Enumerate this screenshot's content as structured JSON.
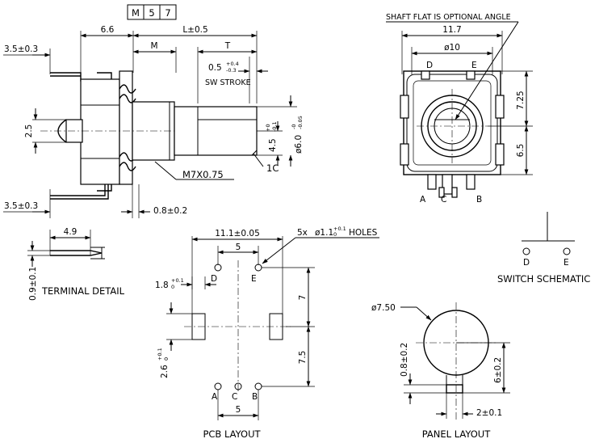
{
  "model": {
    "letters": [
      "M",
      "5",
      "7"
    ]
  },
  "side_view": {
    "dims": {
      "d66": "6.6",
      "dL": "L±0.5",
      "dM": "M",
      "dT": "T",
      "d35_top": "3.5±0.3",
      "d35_bot": "3.5±0.3",
      "d25": "2.5",
      "d05_base": "0.5",
      "d05_sup": "+0.4",
      "d05_sub": "-0.3",
      "sw_stroke": "SW STROKE",
      "d45_base": "4.5",
      "d45_sup": "+0",
      "d45_sub": "-0.1",
      "d60_base": "ø6.0",
      "d60_sup": "-0",
      "d60_sub": "-0.05",
      "m7": "M7X0.75",
      "c1": "1C",
      "d08": "0.8±0.2"
    }
  },
  "front_view": {
    "note": "SHAFT FLAT IS OPTIONAL ANGLE",
    "d117": "11.7",
    "d10": "ø10",
    "label_d": "D",
    "label_e": "E",
    "d725": "7.25",
    "d65": "6.5",
    "pin_a": "A",
    "pin_c": "C",
    "pin_b": "B"
  },
  "terminal_detail": {
    "title": "TERMINAL DETAIL",
    "d49": "4.9",
    "d09": "0.9±0.1"
  },
  "pcb_layout": {
    "title": "PCB LAYOUT",
    "d111": "11.1±0.05",
    "d5_top": "5",
    "d5_bot": "5",
    "holes_prefix": "5x",
    "holes_base": "ø1.1",
    "holes_sup": "+0.1",
    "holes_sub": "0",
    "holes_suffix": "HOLES",
    "d18_base": "1.8",
    "d18_sup": "+0.1",
    "d18_sub": "0",
    "d26_base": "2.6",
    "d26_sup": "+0.1",
    "d26_sub": "0",
    "d7": "7",
    "d75": "7.5",
    "label_d": "D",
    "label_e": "E",
    "pin_a": "A",
    "pin_c": "C",
    "pin_b": "B"
  },
  "switch_schematic": {
    "title": "SWITCH SCHEMATIC",
    "label_d": "D",
    "label_e": "E"
  },
  "panel_layout": {
    "title": "PANEL LAYOUT",
    "d750": "ø7.50",
    "d08": "0.8±0.2",
    "d6": "6±0.2",
    "d2": "2±0.1"
  }
}
